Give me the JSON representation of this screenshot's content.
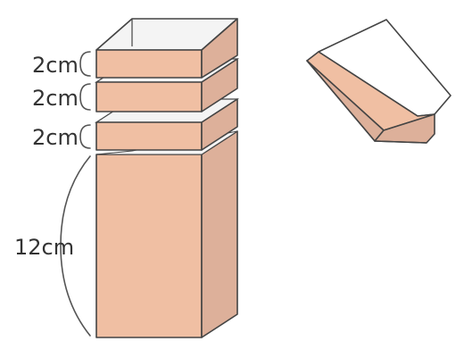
{
  "labels": {
    "ring_top": "2cm",
    "ring_mid": "2cm",
    "ring_bottom": "2cm",
    "base": "12cm"
  },
  "colors": {
    "face_front": "#f0bfa3",
    "face_side": "#ddb09a",
    "interior": "#f4f4f4",
    "edge": "#444444"
  }
}
